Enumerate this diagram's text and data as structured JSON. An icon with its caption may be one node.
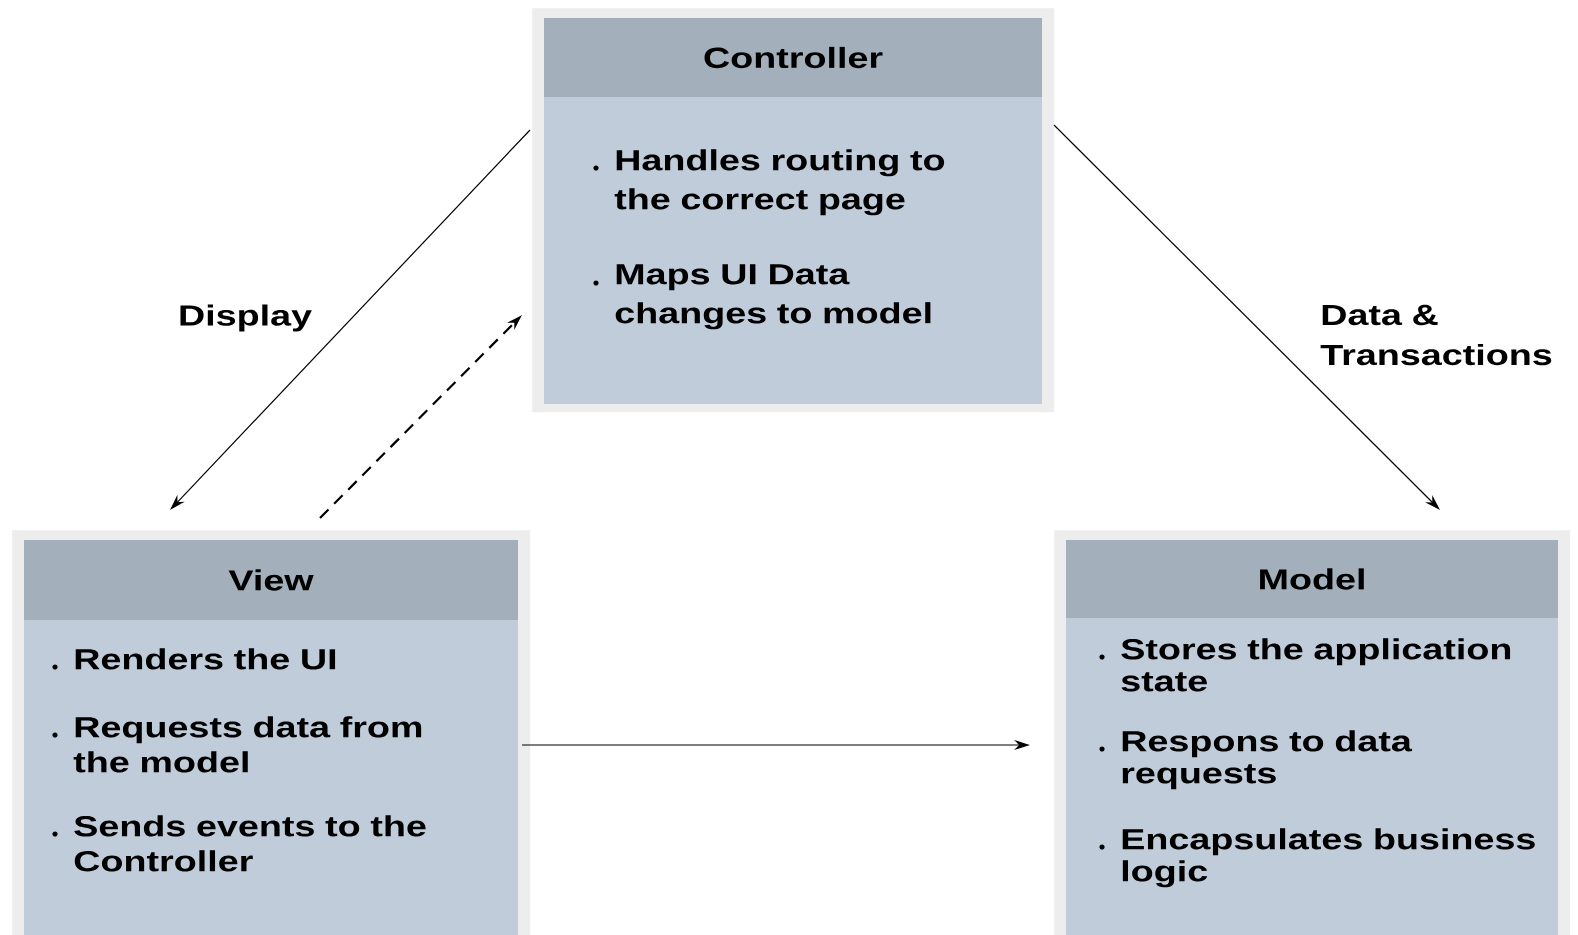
{
  "diagram": {
    "nodes": [
      {
        "text": [
          "Controller",
          "Handles routing to the correct page",
          "Maps UI Data changes to model"
        ]
      },
      {
        "text": [
          "View",
          "Renders the UI",
          "Requests data from the model",
          "Sends events to the Controller"
        ]
      },
      {
        "text": [
          "Model",
          "Stores the application state",
          "Respons to data requests",
          "Encapsulates business logic"
        ]
      }
    ],
    "edges": [
      {
        "from": 0,
        "to": 1,
        "arrow": "to",
        "label": "Display"
      },
      {
        "from": 1,
        "to": 0,
        "arrow": "to",
        "style": "dashed"
      },
      {
        "from": 0,
        "to": 2,
        "arrow": "to",
        "label": "Data & Transactions"
      },
      {
        "from": 1,
        "to": 2,
        "arrow": "to"
      }
    ]
  }
}
